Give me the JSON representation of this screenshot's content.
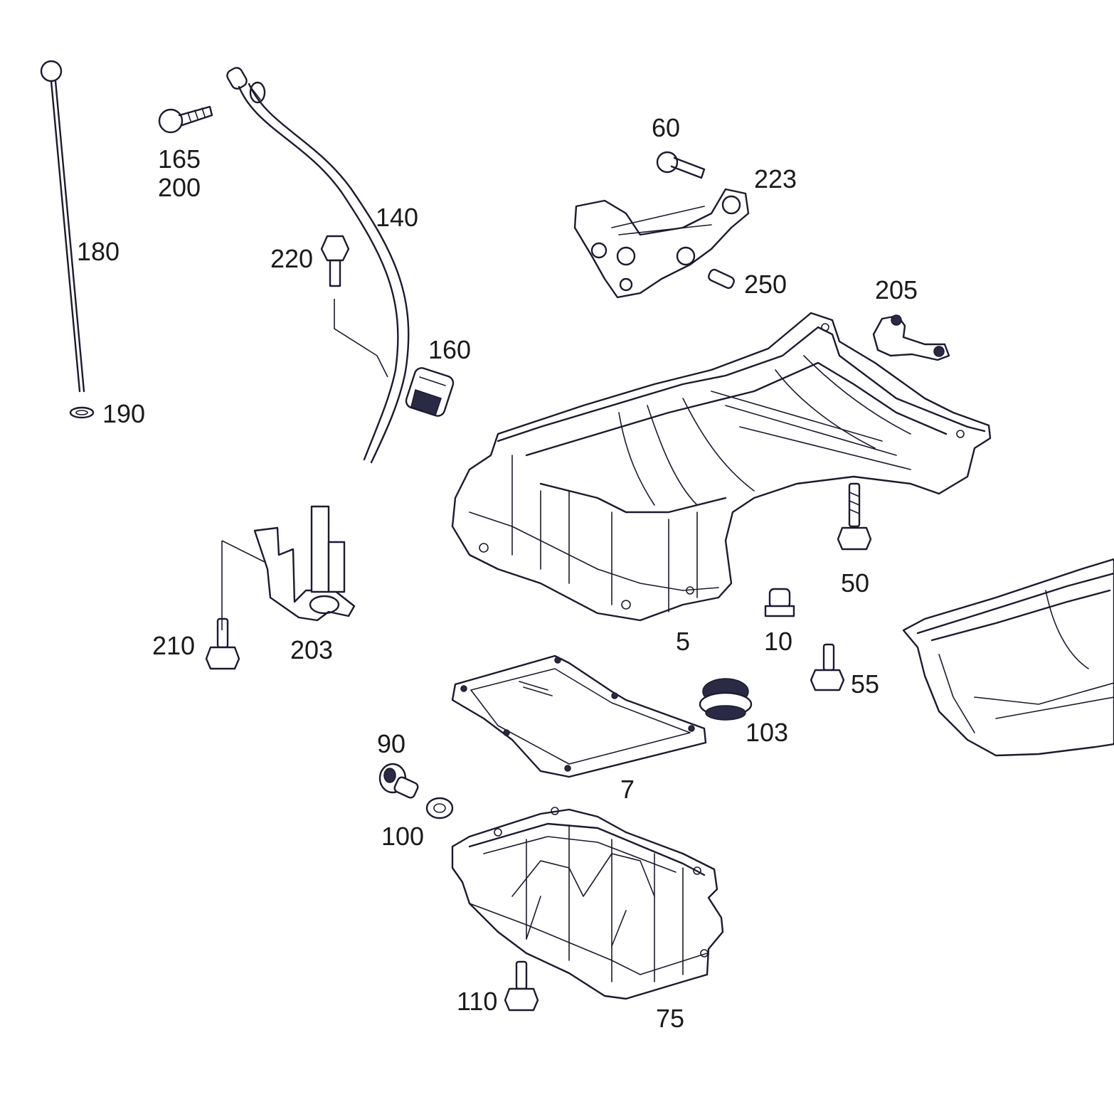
{
  "callouts": {
    "c180": "180",
    "c165": "165",
    "c200": "200",
    "c140": "140",
    "c220": "220",
    "c160": "160",
    "c190": "190",
    "c60": "60",
    "c223": "223",
    "c250": "250",
    "c205": "205",
    "c50": "50",
    "c5": "5",
    "c10": "10",
    "c55": "55",
    "c103": "103",
    "c210": "210",
    "c203": "203",
    "c7": "7",
    "c90": "90",
    "c100": "100",
    "c110": "110",
    "c75": "75"
  },
  "colors": {
    "line": "#1a1a33",
    "background": "#ffffff"
  }
}
